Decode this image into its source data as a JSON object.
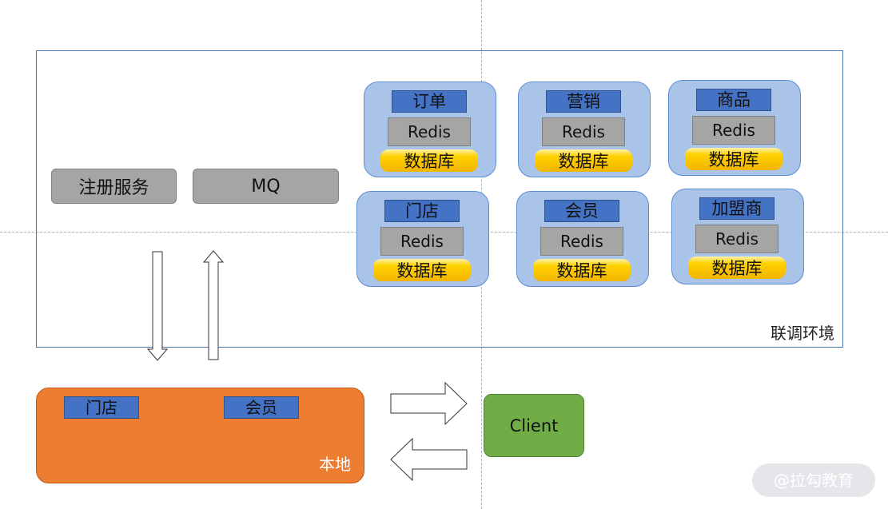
{
  "environment": {
    "label": "联调环境"
  },
  "shared": {
    "registry_label": "注册服务",
    "mq_label": "MQ"
  },
  "services": [
    {
      "name": "订单",
      "cache": "Redis",
      "db": "数据库"
    },
    {
      "name": "营销",
      "cache": "Redis",
      "db": "数据库"
    },
    {
      "name": "商品",
      "cache": "Redis",
      "db": "数据库"
    },
    {
      "name": "门店",
      "cache": "Redis",
      "db": "数据库"
    },
    {
      "name": "会员",
      "cache": "Redis",
      "db": "数据库"
    },
    {
      "name": "加盟商",
      "cache": "Redis",
      "db": "数据库"
    }
  ],
  "local": {
    "label": "本地",
    "services": [
      "门店",
      "会员"
    ]
  },
  "client": {
    "label": "Client"
  },
  "watermark": {
    "text": "@拉勾教育"
  },
  "colors": {
    "service_bg": "#a9c4e8",
    "service_name_bg": "#4472c4",
    "redis_bg": "#a5a5a5",
    "db_yellow": "#ffd200",
    "local_bg": "#ed7d31",
    "client_bg": "#70ad47",
    "env_border": "#4a76b0"
  }
}
